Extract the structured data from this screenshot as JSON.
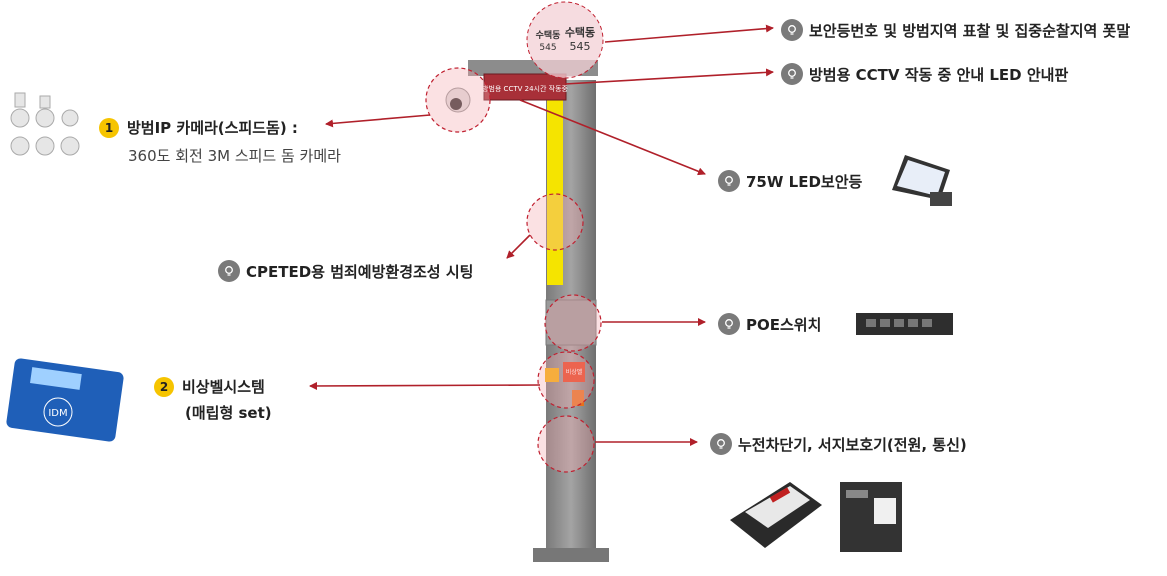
{
  "labels": {
    "sign": "보안등번호 및 방범지역 표찰 및 집중순찰지역 폿말",
    "led_board": "방범용 CCTV 작동 중 안내 LED 안내판",
    "led_light": "75W LED보안등",
    "cpted": "CPETED용 범죄예방환경조성 시팅",
    "poe": "POE스위치",
    "breaker": "누전차단기, 서지보호기(전원, 통신)"
  },
  "camera": {
    "number": "1",
    "title": "방범IP 카메라(스피드돔) :",
    "desc": "360도 회전 3M 스피드 돔 카메라"
  },
  "bell": {
    "number": "2",
    "title": "비상벨시스템",
    "sub": "(매립형 set)"
  },
  "pole_text": {
    "sign_left": "수택동",
    "sign_left_num": "545",
    "sign_right": "수택동",
    "sign_right_num": "545",
    "board": "방범용 CCTV 24시간 작동중",
    "bell_panel": "비상벨",
    "idm_logo": "IDM"
  },
  "colors": {
    "accent_red": "#b0202a",
    "badge_yellow": "#f6c400",
    "icon_gray": "#7a7a7a",
    "pole_gray": "#8c8c8c",
    "strip_yellow": "#f5e400"
  }
}
